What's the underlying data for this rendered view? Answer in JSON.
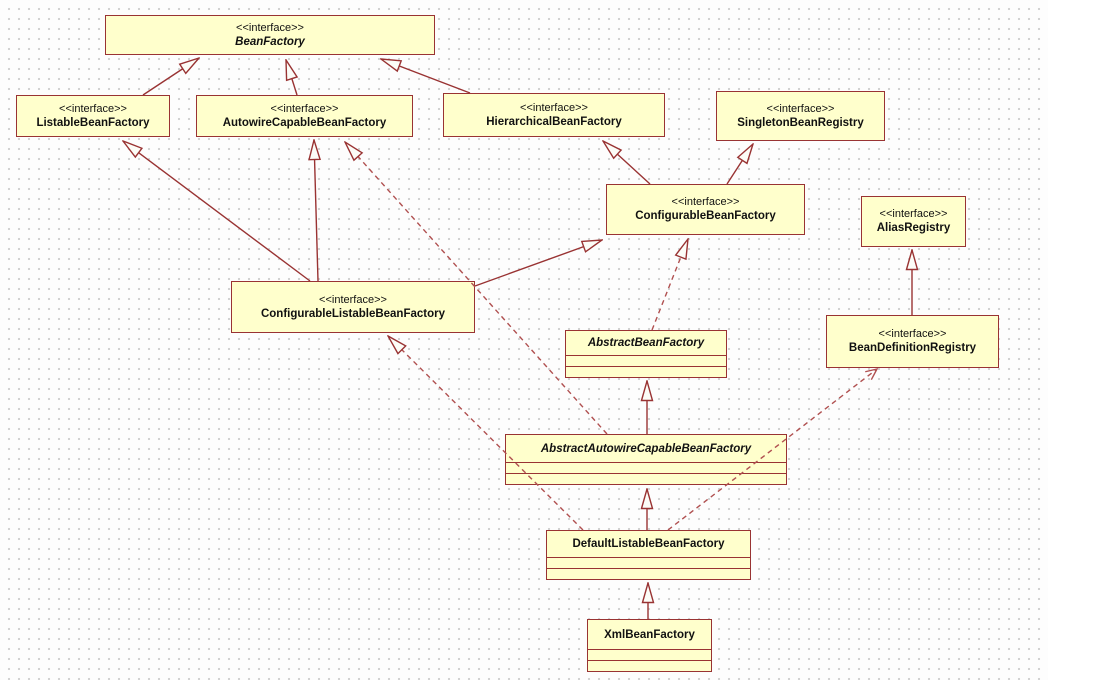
{
  "diagram": {
    "title": "Spring BeanFactory class hierarchy UML diagram",
    "colors": {
      "node_fill": "#ffffcc",
      "node_border": "#993333",
      "solid_edge": "#993333",
      "dashed_edge": "#b05050",
      "canvas_bg": "#fdfdfd",
      "grid_dot": "#d0d0d0"
    }
  },
  "nodes": {
    "bean_factory": {
      "stereotype": "<<interface>>",
      "name": "BeanFactory"
    },
    "listable": {
      "stereotype": "<<interface>>",
      "name": "ListableBeanFactory"
    },
    "autowire": {
      "stereotype": "<<interface>>",
      "name": "AutowireCapableBeanFactory"
    },
    "hierarchical": {
      "stereotype": "<<interface>>",
      "name": "HierarchicalBeanFactory"
    },
    "singleton": {
      "stereotype": "<<interface>>",
      "name": "SingletonBeanRegistry"
    },
    "configurable": {
      "stereotype": "<<interface>>",
      "name": "ConfigurableBeanFactory"
    },
    "alias": {
      "stereotype": "<<interface>>",
      "name": "AliasRegistry"
    },
    "bean_def": {
      "stereotype": "<<interface>>",
      "name": "BeanDefinitionRegistry"
    },
    "conf_listable": {
      "stereotype": "<<interface>>",
      "name": "ConfigurableListableBeanFactory"
    },
    "abstract_bf": {
      "name": "AbstractBeanFactory"
    },
    "aac": {
      "name": "AbstractAutowireCapableBeanFactory"
    },
    "dlbf": {
      "name": "DefaultListableBeanFactory"
    },
    "xml": {
      "name": "XmlBeanFactory"
    }
  },
  "relationships": [
    {
      "from": "ListableBeanFactory",
      "to": "BeanFactory",
      "type": "generalization"
    },
    {
      "from": "AutowireCapableBeanFactory",
      "to": "BeanFactory",
      "type": "generalization"
    },
    {
      "from": "HierarchicalBeanFactory",
      "to": "BeanFactory",
      "type": "generalization"
    },
    {
      "from": "ConfigurableBeanFactory",
      "to": "HierarchicalBeanFactory",
      "type": "generalization"
    },
    {
      "from": "ConfigurableBeanFactory",
      "to": "SingletonBeanRegistry",
      "type": "generalization"
    },
    {
      "from": "ConfigurableListableBeanFactory",
      "to": "ListableBeanFactory",
      "type": "generalization"
    },
    {
      "from": "ConfigurableListableBeanFactory",
      "to": "AutowireCapableBeanFactory",
      "type": "generalization"
    },
    {
      "from": "ConfigurableListableBeanFactory",
      "to": "ConfigurableBeanFactory",
      "type": "generalization"
    },
    {
      "from": "BeanDefinitionRegistry",
      "to": "AliasRegistry",
      "type": "generalization"
    },
    {
      "from": "AbstractBeanFactory",
      "to": "ConfigurableBeanFactory",
      "type": "realization"
    },
    {
      "from": "AbstractAutowireCapableBeanFactory",
      "to": "AbstractBeanFactory",
      "type": "generalization"
    },
    {
      "from": "AbstractAutowireCapableBeanFactory",
      "to": "AutowireCapableBeanFactory",
      "type": "realization"
    },
    {
      "from": "DefaultListableBeanFactory",
      "to": "AbstractAutowireCapableBeanFactory",
      "type": "generalization"
    },
    {
      "from": "DefaultListableBeanFactory",
      "to": "ConfigurableListableBeanFactory",
      "type": "realization"
    },
    {
      "from": "DefaultListableBeanFactory",
      "to": "BeanDefinitionRegistry",
      "type": "realization"
    },
    {
      "from": "XmlBeanFactory",
      "to": "DefaultListableBeanFactory",
      "type": "generalization"
    }
  ]
}
